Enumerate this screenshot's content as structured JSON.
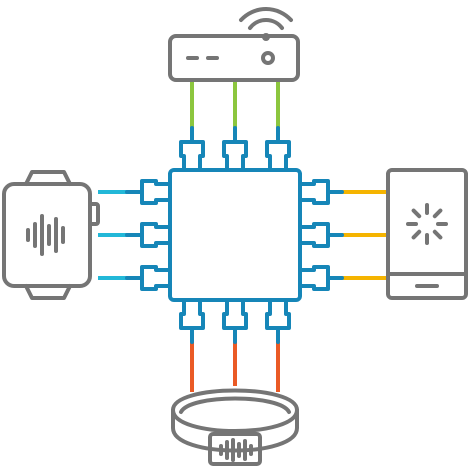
{
  "diagram": {
    "type": "connectivity-hub",
    "center": {
      "name": "processor-chip"
    },
    "devices": [
      {
        "name": "wifi-router",
        "position": "top",
        "wire_color_key": "green"
      },
      {
        "name": "smartwatch",
        "position": "left",
        "wire_color_key": "blue"
      },
      {
        "name": "smartphone",
        "position": "right",
        "wire_color_key": "yellow"
      },
      {
        "name": "fitness-band",
        "position": "bottom",
        "wire_color_key": "orange"
      }
    ]
  },
  "colors": {
    "device": "#757575",
    "chip": "#1686b8",
    "green": "#8cc63e",
    "blue": "#22b8d8",
    "yellow": "#f5b400",
    "orange": "#ea5a25",
    "background": "#ffffff"
  },
  "icons": [
    "wifi-icon",
    "waveform-icon",
    "loading-spinner-icon"
  ]
}
